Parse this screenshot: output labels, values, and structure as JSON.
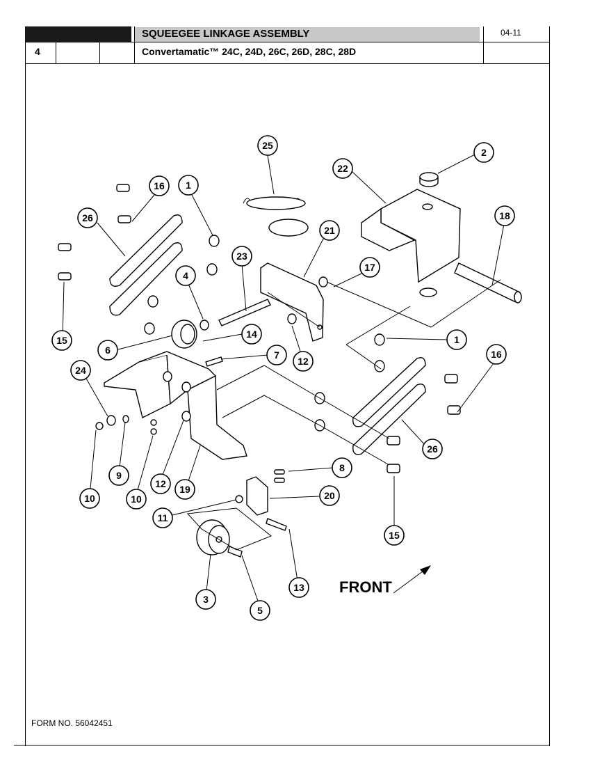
{
  "header": {
    "page_number": "4",
    "title": "SQUEEGEE LINKAGE ASSEMBLY",
    "subtitle": "Convertamatic™ 24C, 24D, 26C, 26D, 28C, 28D",
    "date": "04-11"
  },
  "footer": {
    "form_number": "FORM NO. 56042451"
  },
  "diagram": {
    "front_label": "FRONT",
    "callouts": [
      "25",
      "2",
      "22",
      "16",
      "1",
      "26",
      "18",
      "21",
      "23",
      "17",
      "4",
      "15",
      "6",
      "14",
      "1",
      "16",
      "7",
      "24",
      "12",
      "26",
      "10",
      "9",
      "10",
      "12",
      "19",
      "8",
      "20",
      "11",
      "15",
      "13",
      "3",
      "5"
    ]
  }
}
